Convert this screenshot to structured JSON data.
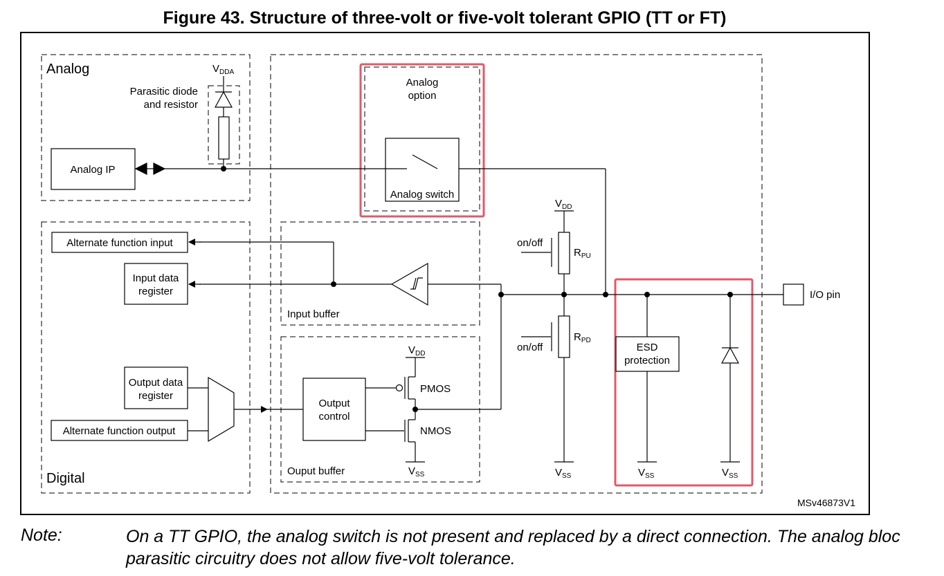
{
  "figure": {
    "title": "Figure 43. Structure of three-volt or five-volt tolerant GPIO (TT or FT)",
    "id": "MSv46873V1"
  },
  "regions": {
    "analog": "Analog",
    "digital": "Digital",
    "input_buffer": "Input buffer",
    "output_buffer": "Ouput buffer",
    "analog_option": [
      "Analog",
      "option"
    ]
  },
  "blocks": {
    "analog_ip": "Analog IP",
    "parasitic": [
      "Parasitic diode",
      "and resistor"
    ],
    "analog_switch": "Analog switch",
    "alt_func_input": "Alternate function input",
    "input_data_register": [
      "Input data",
      "register"
    ],
    "output_data_register": [
      "Output data",
      "register"
    ],
    "alt_func_output": "Alternate function output",
    "output_control": [
      "Output",
      "control"
    ],
    "esd": [
      "ESD",
      "protection"
    ],
    "io_pin": "I/O pin"
  },
  "components": {
    "pmos": "PMOS",
    "nmos": "NMOS",
    "on_off": "on/off",
    "rpu": {
      "main": "R",
      "sub": "PU"
    },
    "rpd": {
      "main": "R",
      "sub": "PD"
    }
  },
  "supplies": {
    "vdda": {
      "main": "V",
      "sub": "DDA"
    },
    "vdd": {
      "main": "V",
      "sub": "DD"
    },
    "vss": {
      "main": "V",
      "sub": "SS"
    }
  },
  "note": {
    "label": "Note:",
    "text": "On a TT GPIO, the analog switch is not present and replaced by a direct connection. The analog bloc parasitic circuitry does not allow five-volt tolerance."
  },
  "colors": {
    "highlight": "#e05a6a",
    "line": "#000000"
  }
}
